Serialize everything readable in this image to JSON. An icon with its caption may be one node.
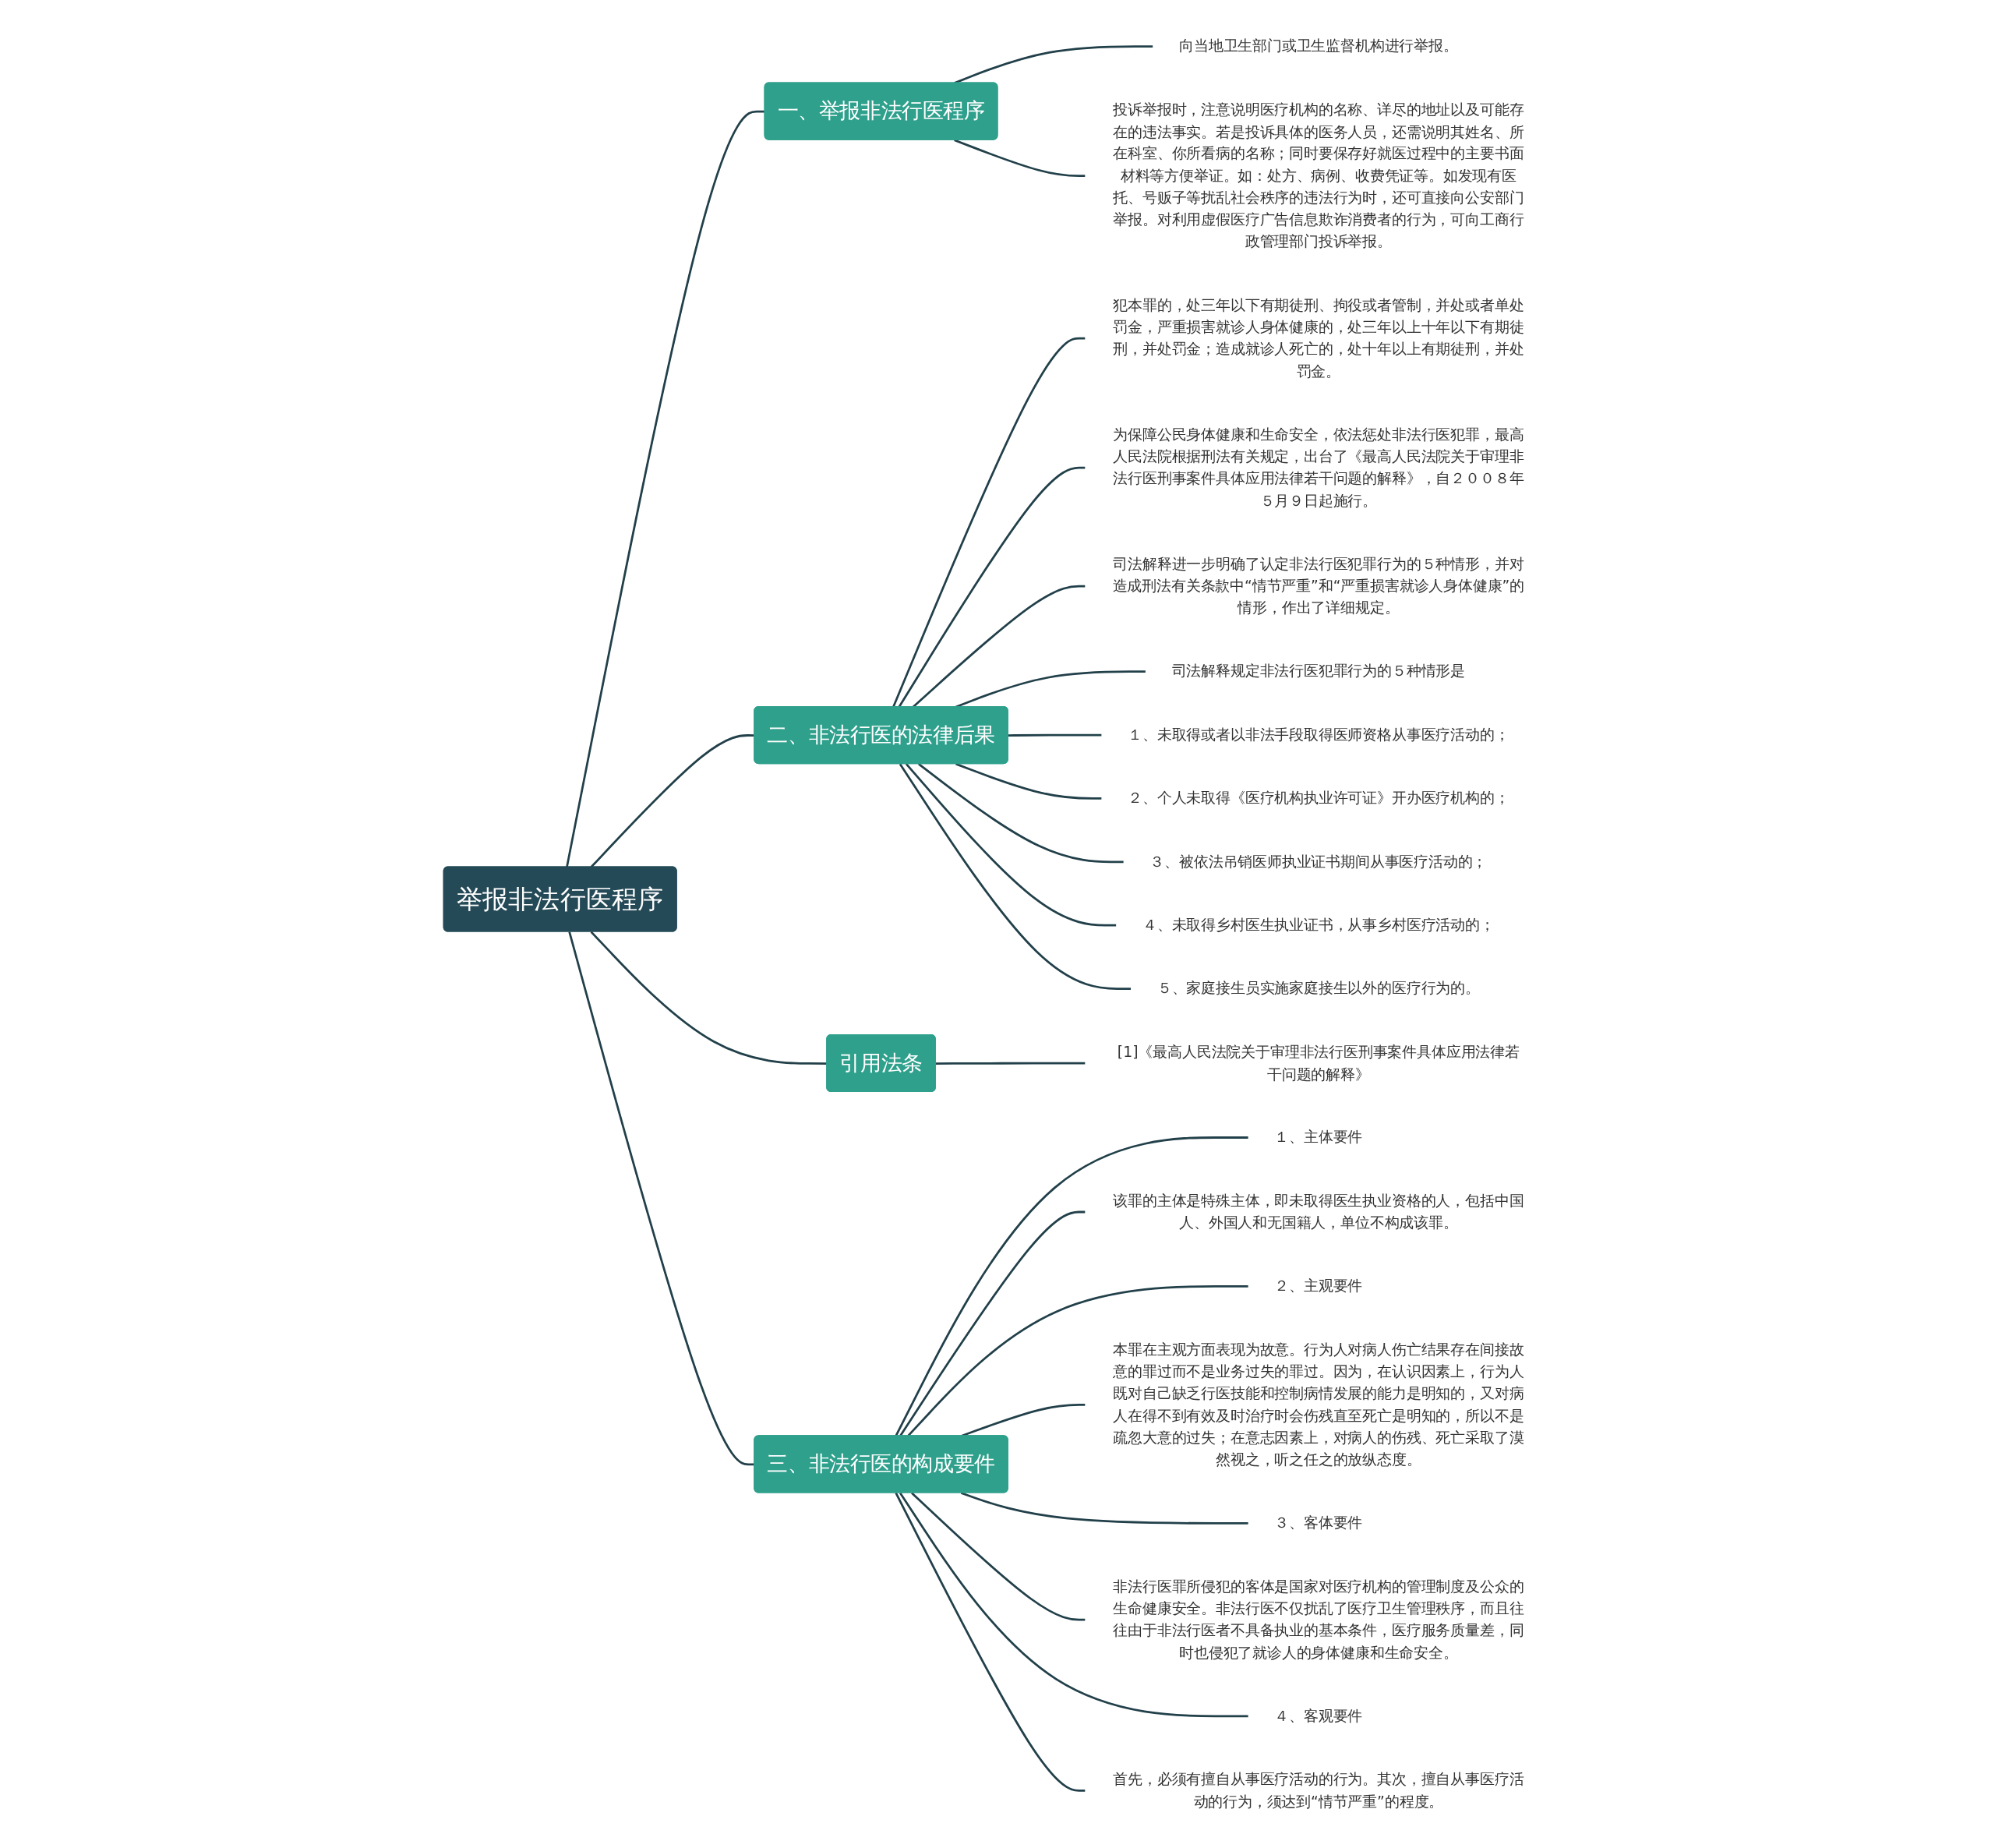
{
  "diagram": {
    "nodes": [
      {
        "text": [
          "举报非法行医程序"
        ]
      },
      {
        "text": [
          "一、举报非法行医程序"
        ]
      },
      {
        "text": [
          "向当地卫生部门或卫生监督机构进行举报。"
        ]
      },
      {
        "text": [
          "投诉举报时，注意说明医疗机构的名称、详尽的地址以及可能存在的违法事实。若是投诉具体的医务人员，还需说明其姓名、所在科室、你所看病的名称；同时要保存好就医过程中的主要书面材料等方便举证。如：处方、病例、收费凭证等。如发现有医托、号贩子等扰乱社会秩序的违法行为时，还可直接向公安部门举报。对利用虚假医疗广告信息欺诈消费者的行为，可向工商行政管理部门投诉举报。"
        ]
      },
      {
        "text": [
          "二、非法行医的法律后果"
        ]
      },
      {
        "text": [
          "犯本罪的，处三年以下有期徒刑、拘役或者管制，并处或者单处罚金，严重损害就诊人身体健康的，处三年以上十年以下有期徒刑，并处罚金；造成就诊人死亡的，处十年以上有期徒刑，并处罚金。"
        ]
      },
      {
        "text": [
          "为保障公民身体健康和生命安全，依法惩处非法行医犯罪，最高人民法院根据刑法有关规定，出台了《最高人民法院关于审理非法行医刑事案件具体应用法律若干问题的解释》，自２００８年５月９日起施行。"
        ]
      },
      {
        "text": [
          "司法解释进一步明确了认定非法行医犯罪行为的５种情形，并对造成刑法有关条款中“情节严重”和“严重损害就诊人身体健康”的情形，作出了详细规定。"
        ]
      },
      {
        "text": [
          "司法解释规定非法行医犯罪行为的５种情形是"
        ]
      },
      {
        "text": [
          "１、未取得或者以非法手段取得医师资格从事医疗活动的；"
        ]
      },
      {
        "text": [
          "２、个人未取得《医疗机构执业许可证》开办医疗机构的；"
        ]
      },
      {
        "text": [
          "３、被依法吊销医师执业证书期间从事医疗活动的；"
        ]
      },
      {
        "text": [
          "４、未取得乡村医生执业证书，从事乡村医疗活动的；"
        ]
      },
      {
        "text": [
          "５、家庭接生员实施家庭接生以外的医疗行为的。"
        ]
      },
      {
        "text": [
          "引用法条"
        ]
      },
      {
        "text": [
          "[1]《最高人民法院关于审理非法行医刑事案件具体应用法律若干问题的解释》"
        ]
      },
      {
        "text": [
          "三、非法行医的构成要件"
        ]
      },
      {
        "text": [
          "１、主体要件"
        ]
      },
      {
        "text": [
          "该罪的主体是特殊主体，即未取得医生执业资格的人，包括中国人、外国人和无国籍人，单位不构成该罪。"
        ]
      },
      {
        "text": [
          "２、主观要件"
        ]
      },
      {
        "text": [
          "本罪在主观方面表现为故意。行为人对病人伤亡结果存在间接故意的罪过而不是业务过失的罪过。因为，在认识因素上，行为人既对自己缺乏行医技能和控制病情发展的能力是明知的，又对病人在得不到有效及时治疗时会伤残直至死亡是明知的，所以不是疏忽大意的过失；在意志因素上，对病人的伤残、死亡采取了漠然视之，听之任之的放纵态度。"
        ]
      },
      {
        "text": [
          "３、客体要件"
        ]
      },
      {
        "text": [
          "非法行医罪所侵犯的客体是国家对医疗机构的管理制度及公众的生命健康安全。非法行医不仅扰乱了医疗卫生管理秩序，而且往往由于非法行医者不具备执业的基本条件，医疗服务质量差，同时也侵犯了就诊人的身体健康和生命安全。"
        ]
      },
      {
        "text": [
          "４、客观要件"
        ]
      },
      {
        "text": [
          "首先，必须有擅自从事医疗活动的行为。其次，擅自从事医疗活动的行为，须达到“情节严重”的程度。"
        ]
      }
    ],
    "edges": [
      {
        "from": 0,
        "to": 1,
        "arrow": "none"
      },
      {
        "from": 1,
        "to": 2,
        "arrow": "none"
      },
      {
        "from": 1,
        "to": 3,
        "arrow": "none"
      },
      {
        "from": 0,
        "to": 4,
        "arrow": "none"
      },
      {
        "from": 4,
        "to": 5,
        "arrow": "none"
      },
      {
        "from": 4,
        "to": 6,
        "arrow": "none"
      },
      {
        "from": 4,
        "to": 7,
        "arrow": "none"
      },
      {
        "from": 4,
        "to": 8,
        "arrow": "none"
      },
      {
        "from": 4,
        "to": 9,
        "arrow": "none"
      },
      {
        "from": 4,
        "to": 10,
        "arrow": "none"
      },
      {
        "from": 4,
        "to": 11,
        "arrow": "none"
      },
      {
        "from": 4,
        "to": 12,
        "arrow": "none"
      },
      {
        "from": 4,
        "to": 13,
        "arrow": "none"
      },
      {
        "from": 0,
        "to": 14,
        "arrow": "none"
      },
      {
        "from": 14,
        "to": 15,
        "arrow": "none"
      },
      {
        "from": 0,
        "to": 16,
        "arrow": "none"
      },
      {
        "from": 16,
        "to": 17,
        "arrow": "none"
      },
      {
        "from": 16,
        "to": 18,
        "arrow": "none"
      },
      {
        "from": 16,
        "to": 19,
        "arrow": "none"
      },
      {
        "from": 16,
        "to": 20,
        "arrow": "none"
      },
      {
        "from": 16,
        "to": 21,
        "arrow": "none"
      },
      {
        "from": 16,
        "to": 22,
        "arrow": "none"
      },
      {
        "from": 16,
        "to": 23,
        "arrow": "none"
      },
      {
        "from": 16,
        "to": 24,
        "arrow": "none"
      }
    ]
  }
}
